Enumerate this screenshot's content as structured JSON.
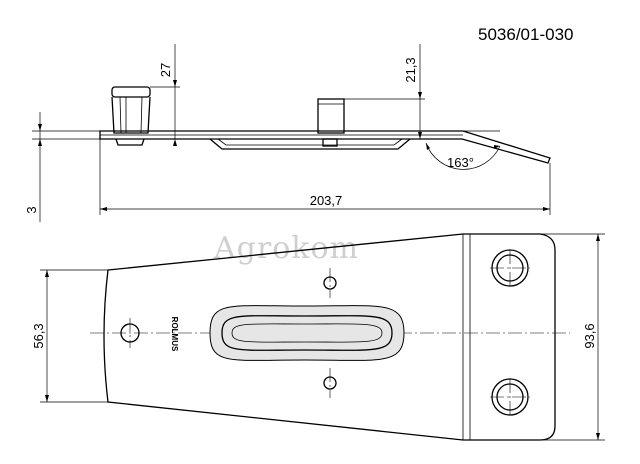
{
  "drawing": {
    "part_number": "5036/01-030",
    "watermark": "Agrokom",
    "brand_stamp": "ROLMUS",
    "dimensions": {
      "stud_height": "27",
      "boss_height": "21,3",
      "bend_angle": "163°",
      "thickness": "3",
      "overall_length": "203,7",
      "narrow_width": "56,3",
      "wide_width": "93,6"
    }
  }
}
